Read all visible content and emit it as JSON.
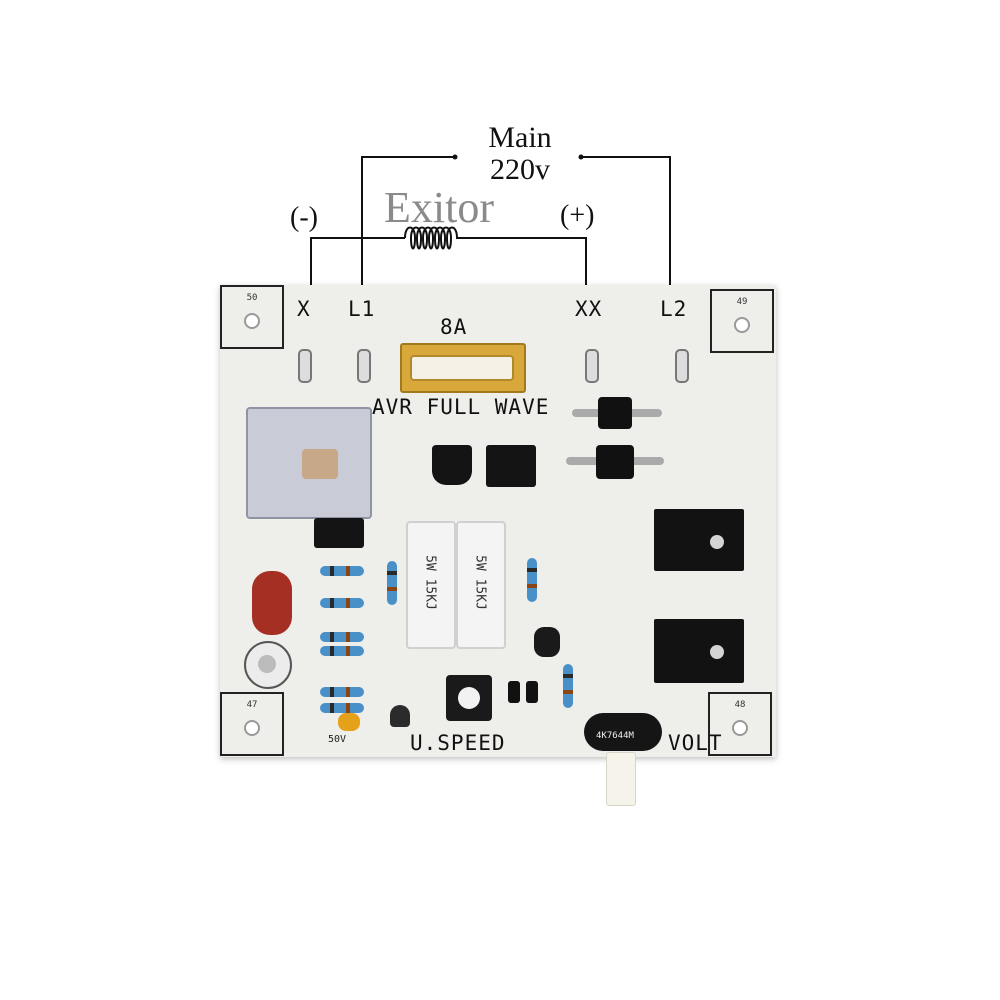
{
  "top_labels": {
    "main_line1": "Main",
    "main_line2": "220v",
    "exitor": "Exitor",
    "minus": "(-)",
    "plus": "(+)"
  },
  "board": {
    "terminals": {
      "x": "X",
      "l1": "L1",
      "xx": "XX",
      "l2": "L2"
    },
    "fuse_rating": "8A",
    "avr_label": "AVR FULL WAVE",
    "speed_label": "U.SPEED",
    "volt_label": "VOLT",
    "cap_label": "50V",
    "pot_marking": "4K7644M",
    "resistor_1": "5W 15KJ",
    "resistor_2": "5W 15KJ",
    "corner_numbers": {
      "top_left": "50",
      "top_right": "49",
      "bottom_left": "47",
      "bottom_right": "48"
    }
  },
  "colors": {
    "board": "#eeeeea",
    "wire": "#111111",
    "exitor_text": "#8a8a8a"
  }
}
